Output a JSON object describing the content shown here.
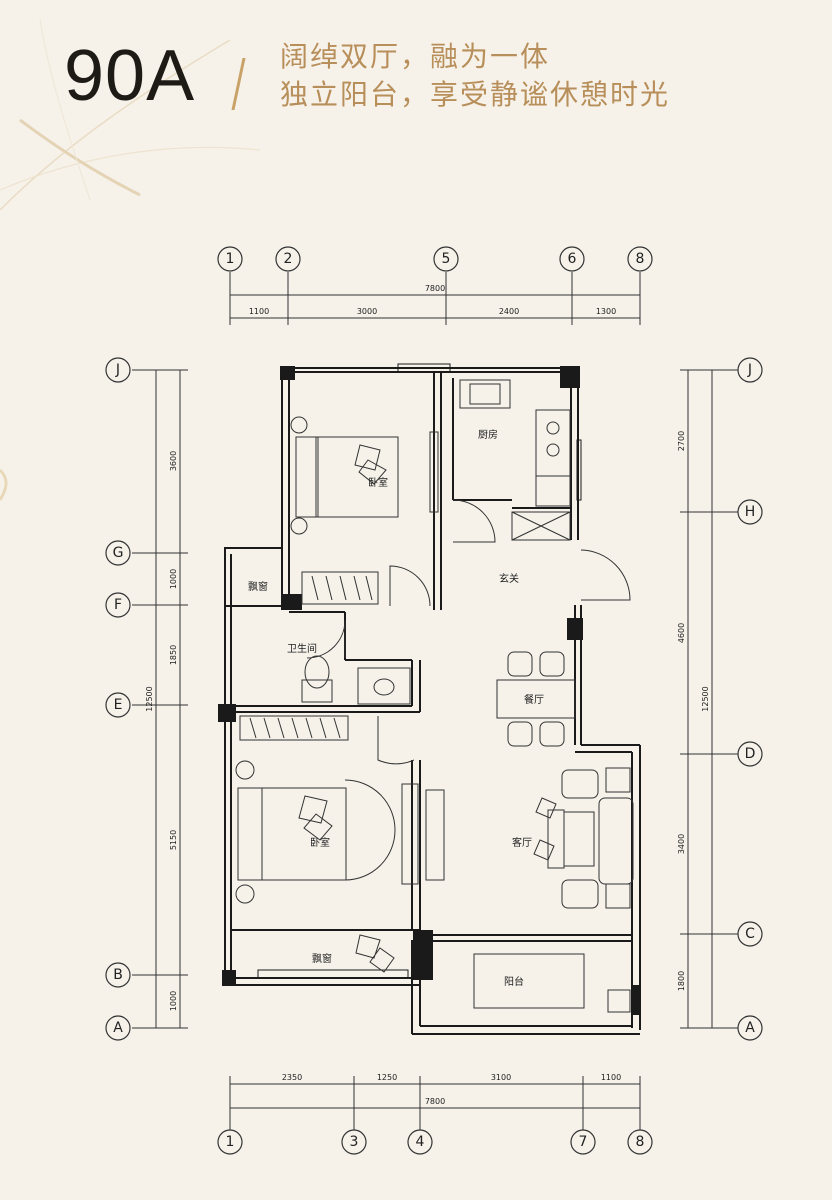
{
  "header": {
    "model": "90A",
    "tagline_1": "阔绰双厅，融为一体",
    "tagline_2": "独立阳台，享受静谧休憩时光"
  },
  "axes": {
    "top": [
      "1",
      "2",
      "5",
      "6",
      "8"
    ],
    "bottom": [
      "1",
      "3",
      "4",
      "7",
      "8"
    ],
    "left": [
      "J",
      "G",
      "F",
      "E",
      "B",
      "A"
    ],
    "right": [
      "J",
      "H",
      "D",
      "C",
      "A"
    ]
  },
  "dimensions": {
    "top_total": "7800",
    "top_segments": [
      "1100",
      "3000",
      "2400",
      "1300"
    ],
    "bottom_total": "7800",
    "bottom_segments": [
      "2350",
      "1250",
      "3100",
      "1100"
    ],
    "left_total": "12500",
    "left_segments": [
      "3600",
      "1000",
      "1850",
      "5150",
      "1000"
    ],
    "right_total": "12500",
    "right_segments": [
      "2700",
      "4600",
      "3400",
      "1800"
    ]
  },
  "rooms": {
    "bedroom_1": "卧室",
    "kitchen": "厨房",
    "foyer": "玄关",
    "bay_window_1": "飘窗",
    "bathroom": "卫生间",
    "dining": "餐厅",
    "bedroom_2": "卧室",
    "living": "客厅",
    "bay_window_2": "飘窗",
    "balcony": "阳台"
  },
  "colors": {
    "background": "#f6f2ea",
    "accent": "#b88f5a",
    "wall": "#1a1a1a"
  }
}
